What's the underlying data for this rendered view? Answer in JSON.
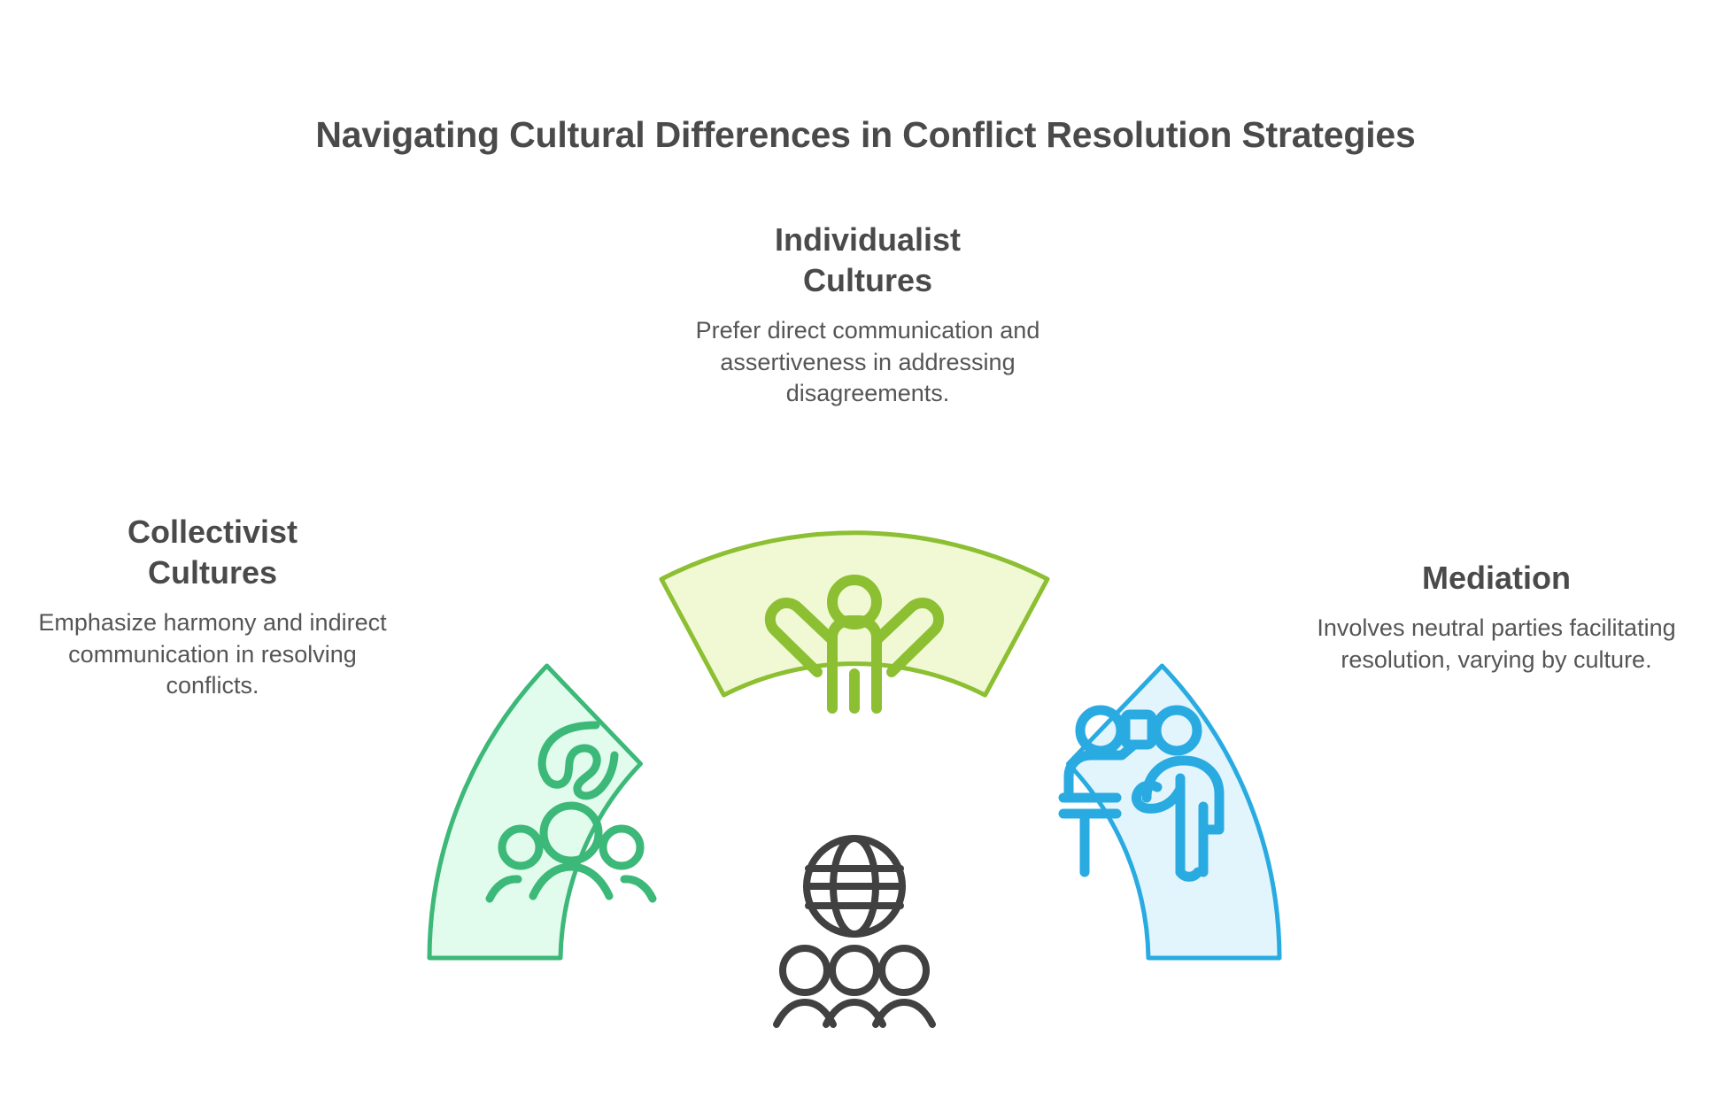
{
  "page": {
    "title": "Navigating Cultural Differences in Conflict Resolution Strategies",
    "background_color": "#ffffff",
    "text_color": "#4a4a4a"
  },
  "chart_data": {
    "type": "pie",
    "title": "Navigating Cultural Differences in Conflict Resolution Strategies",
    "subtype": "semicircular donut / fan diagram",
    "layout": "three equal segments spanning a 180-degree arc, labels radiating outward",
    "legend_position": "none",
    "center_icon": "globe-people-icon",
    "segments": [
      {
        "id": "collectivist",
        "label": "Collectivist Cultures",
        "description": "Emphasize harmony and indirect communication in resolving conflicts.",
        "icon": "group-handshake-icon",
        "stroke_color": "#3cb878",
        "fill_color": "#e1fbed",
        "start_angle": 180,
        "end_angle": 127,
        "share": 33.3,
        "label_position": "left"
      },
      {
        "id": "individualist",
        "label": "Individualist Cultures",
        "description": "Prefer direct communication and assertiveness in addressing disagreements.",
        "icon": "person-open-arms-icon",
        "stroke_color": "#8cbf31",
        "fill_color": "#f0f9d4",
        "start_angle": 117,
        "end_angle": 63,
        "share": 33.3,
        "label_position": "top"
      },
      {
        "id": "mediation",
        "label": "Mediation",
        "description": "Involves neutral parties facilitating resolution, varying by culture.",
        "icon": "mediator-two-people-icon",
        "stroke_color": "#29abe2",
        "fill_color": "#e2f5fc",
        "start_angle": 53,
        "end_angle": 0,
        "share": 33.3,
        "label_position": "right"
      }
    ]
  },
  "blocks": {
    "collectivist": {
      "heading_line1": "Collectivist",
      "heading_line2": "Cultures",
      "body": "Emphasize harmony and indirect communication in resolving conflicts."
    },
    "individualist": {
      "heading_line1": "Individualist",
      "heading_line2": "Cultures",
      "body": "Prefer direct communication and assertiveness in addressing disagreements."
    },
    "mediation": {
      "heading_line1": "Mediation",
      "heading_line2": "",
      "body": "Involves neutral parties facilitating resolution, varying by culture."
    }
  }
}
